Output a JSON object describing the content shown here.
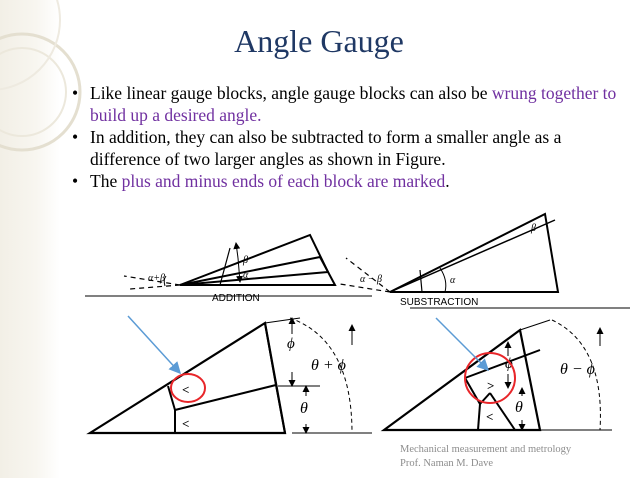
{
  "slide": {
    "title": "Angle Gauge",
    "bullets": [
      {
        "text": "Like linear gauge blocks, angle gauge blocks can also be",
        "highlight": "wrung together to build up a desired angle.",
        "suffix": ""
      },
      {
        "text": "In addition, they can also be subtracted to form a smaller angle as a difference of two larger angles as shown in Figure.",
        "highlight": "",
        "suffix": ""
      },
      {
        "text": "The",
        "highlight": "plus and minus ends of each block are marked",
        "suffix": "."
      }
    ],
    "highlight_color": "#7030a0",
    "title_color": "#1f3864"
  },
  "figure": {
    "addition": {
      "caption": "ADDITION",
      "labels": {
        "beta": "β",
        "alpha": "α",
        "sum": "α+β"
      }
    },
    "subtraction": {
      "caption": "SUBSTRACTION",
      "labels": {
        "beta": "β",
        "alpha": "α",
        "diff": "α − β"
      }
    },
    "lower_left": {
      "labels": {
        "phi": "ϕ",
        "theta_plus_phi": "θ + ϕ",
        "theta": "θ",
        "mark_top": "<",
        "mark_bottom": "<"
      }
    },
    "lower_right": {
      "labels": {
        "phi": "ϕ",
        "theta_minus_phi": "θ − ϕ",
        "theta": "θ",
        "mark_top": ">",
        "mark_bottom": "<"
      }
    },
    "annotation_color": "#e8262a",
    "arrow_color": "#5b9bd5"
  },
  "footer": {
    "line1": "Mechanical measurement and metrology",
    "line2": "Prof. Naman M. Dave"
  }
}
